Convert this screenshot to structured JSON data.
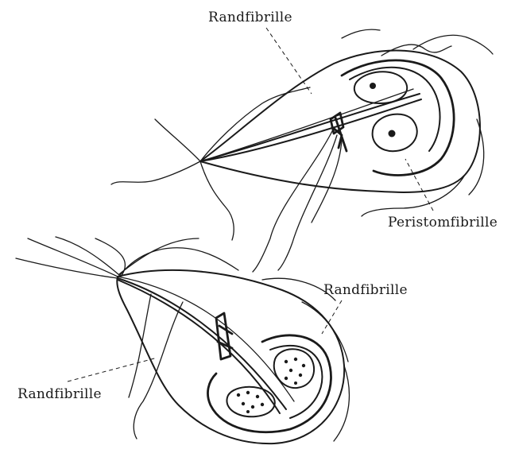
{
  "labels": {
    "top_randfibrille": "Randfibrille",
    "peristomfibrille": "Peristomfibrille",
    "bottom_right_randfibrille": "Randfibrille",
    "bottom_left_randfibrille": "Randfibrille"
  }
}
